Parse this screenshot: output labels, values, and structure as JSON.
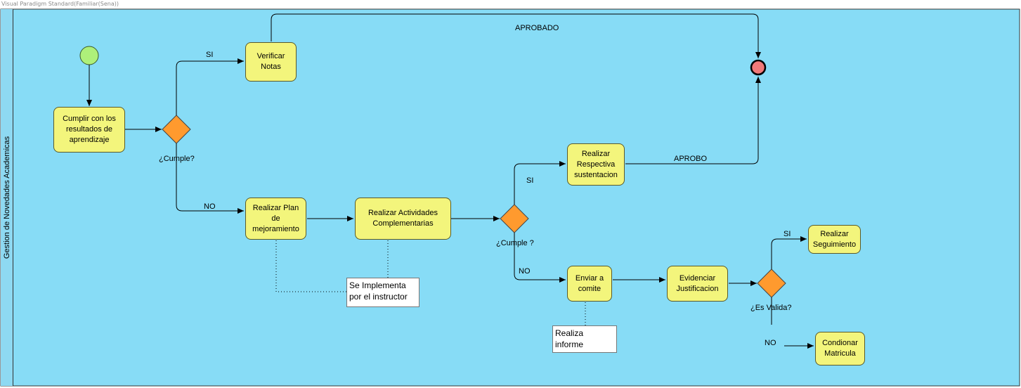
{
  "watermark": "Visual Paradigm Standard(Familiar(Sena))",
  "lane": {
    "label": "Gestion de Novedades Academicas"
  },
  "tasks": {
    "cumplir": "Cumplir con los\nresultados de\naprendizaje",
    "verificar": "Verificar\nNotas",
    "plan": "Realizar Plan\nde\nmejoramiento",
    "actividades": "Realizar Actividades\nComplementarias",
    "sustentacion": "Realizar\nRespectiva\nsustentacion",
    "enviar": "Enviar a\ncomite",
    "justificacion": "Evidenciar\nJustificacion",
    "seguimiento": "Realizar\nSeguimiento",
    "condicionar": "Condionar\nMatricula"
  },
  "gateways": {
    "g1": "¿Cumple?",
    "g2": "¿Cumple ?",
    "g3": "¿Es Valida?"
  },
  "notes": {
    "instructor": "Se Implementa\npor el instructor",
    "informe": "Realiza\ninforme"
  },
  "flow_labels": {
    "si1": "SI",
    "no1": "NO",
    "aprobado": "APROBADO",
    "si2": "SI",
    "no2": "NO",
    "aprobo": "APROBO",
    "si3": "SI",
    "no3": "NO"
  },
  "colors": {
    "pool": "#87dcf6",
    "task": "#f3f57c",
    "gateway": "#ff9a2e",
    "start": "#aef07a",
    "end": "#f07a7a"
  }
}
